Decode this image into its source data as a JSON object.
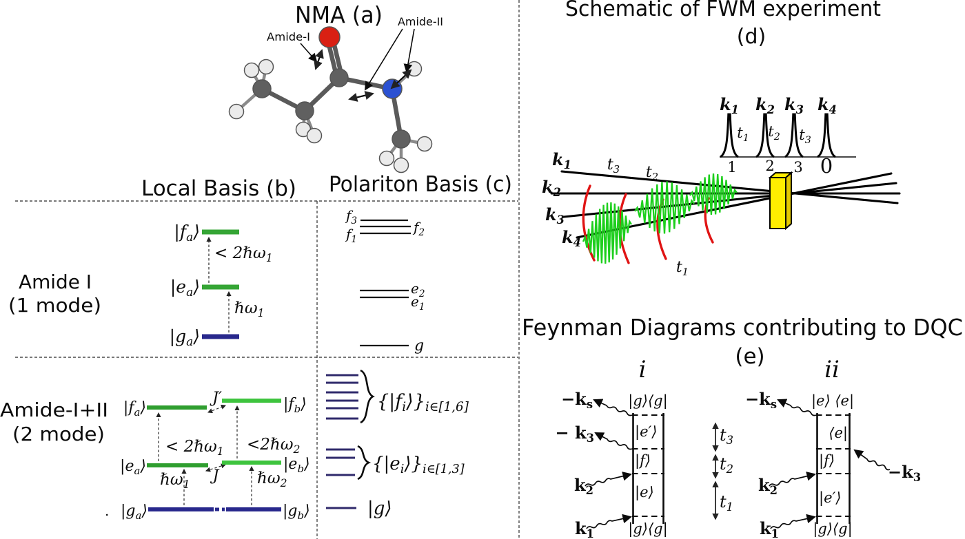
{
  "colors": {
    "green_one": "#35a535",
    "green_site_a": "#2f9e2f",
    "green_site_b": "#3ec43e",
    "navy": "#28288c",
    "indigo": "#2f2a6b",
    "arc_red": "#e01414",
    "packet_green": "#1dcf1d",
    "sample_yellow": "#ffee00",
    "sample_side": "#e3c900",
    "oxygen": "#d92013",
    "nitrogen": "#2b51d2",
    "carbon": "#606060",
    "hydrogen": "#ebebeb"
  },
  "molecule": {
    "title": "NMA (a)",
    "amide1_label": "Amide-I",
    "amide2_label": "Amide-II"
  },
  "local_basis": {
    "header": "Local Basis (b)",
    "one_mode": {
      "caption_line1": "Amide I",
      "caption_line2": "(1 mode)",
      "level_f": "|f_{a}⟩",
      "level_e": "|e_{a}⟩",
      "level_g": "|g_{a}⟩",
      "gap_ef": "< 2ℏω_{1}",
      "gap_ge": "ℏω_{1}"
    },
    "two_mode": {
      "caption_line1": "Amide-I+II",
      "caption_line2": "(2 mode)",
      "level_fa": "|f_{a}⟩",
      "level_fb": "|f_{b}⟩",
      "level_ea": "|e_{a}⟩",
      "level_eb": "|e_{b}⟩",
      "level_ga": "|g_{a}⟩",
      "level_gb": "|g_{b}⟩",
      "coupling_f": "J′",
      "coupling_e": "J",
      "gap_ef_a": "< 2ℏω_{1}",
      "gap_ef_b": "<2ℏω_{2}",
      "gap_ge_a": "ℏω_{1}",
      "gap_ge_b": "ℏω_{2}",
      "dot": "."
    }
  },
  "polariton_basis": {
    "header": "Polariton Basis (c)",
    "one_mode": {
      "f3": "f_{3}",
      "f2": "f_{2}",
      "f1": "f_{1}",
      "e2": "e_{2}",
      "e1": "e_{1}",
      "g": "g"
    },
    "two_mode": {
      "f_manifold": "{|f_{i}⟩}_{i∈[1,6]}",
      "e_manifold": "{|e_{i}⟩}_{i∈[1,3]}",
      "g": "|g⟩"
    }
  },
  "fwm": {
    "title": "Schematic of FWM experiment",
    "tag": "(d)",
    "pulse_labels": [
      "k_{1}",
      "k_{2}",
      "k_{3}",
      "k_{4}"
    ],
    "delay_labels": [
      "t_{1}",
      "t_{2}",
      "t_{3}"
    ],
    "order_numbers": [
      "1",
      "2",
      "3",
      "0"
    ],
    "beam_labels": [
      "k_{1}",
      "k_{2}",
      "k_{3}",
      "k_{4}"
    ],
    "beam_delays": {
      "t3": "t_{3}",
      "t2": "t_{2}",
      "t1": "t_{1}"
    }
  },
  "feynman": {
    "title": "Feynman Diagrams contributing to DQC",
    "tag": "(e)",
    "delays": {
      "t3": "t_{3}",
      "t2": "t_{2}",
      "t1": "t_{1}"
    },
    "diagram_i": {
      "label": "i",
      "top": "|g⟩⟨g|",
      "bottom": "|g⟩⟨g|",
      "state1": "|e′⟩",
      "state2": "|f⟩",
      "state3": "|e⟩",
      "photon_ks": "−k_{s}",
      "photon_k3": "− k_{3}",
      "photon_k2": "k_{2}",
      "photon_k1": "k_{1}"
    },
    "diagram_ii": {
      "label": "ii",
      "top": "|e⟩ ⟨e|",
      "bottom": "|g⟩⟨g|",
      "state1": "⟨e|",
      "state2": "|f⟩",
      "state3": "|e′⟩",
      "photon_ks": "−k_{s}",
      "photon_k3": "−k_{3}",
      "photon_k2": "k_{2}",
      "photon_k1": "k_{1}"
    }
  }
}
